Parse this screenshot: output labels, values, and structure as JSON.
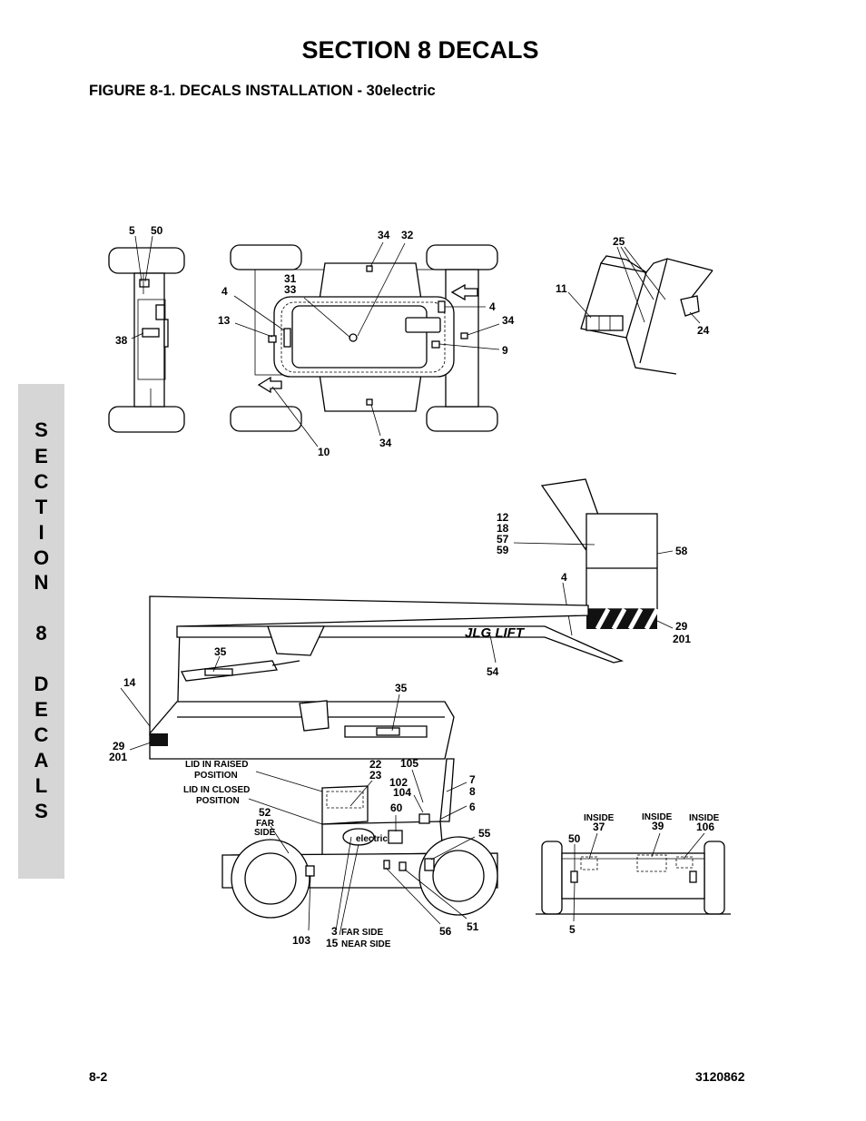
{
  "header": {
    "section_title": "SECTION 8  DECALS",
    "figure_caption": "FIGURE 8-1.    DECALS INSTALLATION - 30electric"
  },
  "side_tab": {
    "letters": [
      "S",
      "E",
      "C",
      "T",
      "I",
      "O",
      "N",
      "8",
      "D",
      "E",
      "C",
      "A",
      "L",
      "S"
    ]
  },
  "footer": {
    "page_number": "8-2",
    "document_number": "3120862"
  },
  "callouts": {
    "top_left": [
      "5",
      "50",
      "38"
    ],
    "top_center": [
      "34",
      "32",
      "31",
      "33",
      "4",
      "13",
      "10",
      "34",
      "4",
      "34",
      "9"
    ],
    "top_right": [
      "25",
      "11",
      "24"
    ],
    "platform": [
      "12",
      "18",
      "57",
      "59",
      "58",
      "4",
      "29",
      "201"
    ],
    "boom": [
      "35",
      "14",
      "29",
      "201",
      "54",
      "35"
    ],
    "turntable": [
      "22",
      "23",
      "105",
      "102",
      "104",
      "7",
      "8",
      "6",
      "60",
      "52",
      "55",
      "103",
      "56",
      "51"
    ],
    "drive_labels": [
      "3",
      "15"
    ],
    "rear": [
      "37",
      "39",
      "106",
      "50",
      "5"
    ]
  },
  "text_labels": {
    "lid_raised": "LID IN RAISED",
    "lid_raised_2": "POSITION",
    "lid_closed": "LID IN CLOSED",
    "lid_closed_2": "POSITION",
    "far": "FAR",
    "side": "SIDE",
    "far_side": "FAR SIDE",
    "near_side": "NEAR SIDE",
    "inside": "INSIDE",
    "boom_logo": "JLG LIFT",
    "hood_logo": "electric"
  }
}
